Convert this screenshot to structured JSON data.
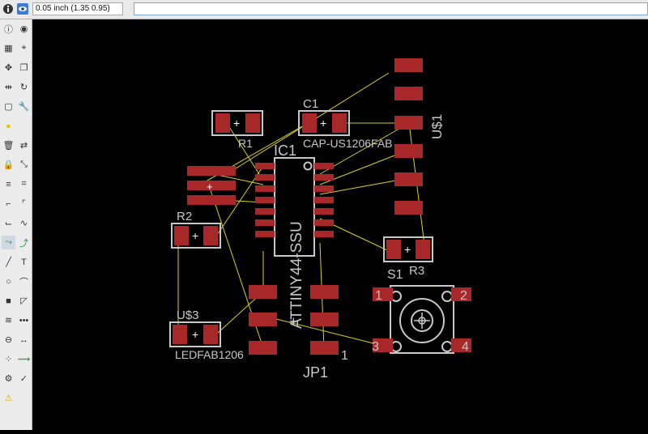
{
  "coordinate_readout": "0.05 inch (1.35 0.95)",
  "command_input_value": "",
  "colors": {
    "pad": "#a8282a",
    "outline": "#c8c8c8",
    "airwire": "#d8d31a",
    "label": "#c8c8c8",
    "background": "#000000"
  },
  "toolbar_icons": [
    "info-icon",
    "show-icon",
    "layers-icon",
    "mark-icon",
    "move-icon",
    "copy-icon",
    "mirror-icon",
    "rotate-icon",
    "group-icon",
    "change-icon",
    "paste-icon",
    "delete-icon",
    "add-icon",
    "replace-icon",
    "lock-icon",
    "smash-icon",
    "value-icon",
    "name-icon",
    "split-icon",
    "miter-icon",
    "optimize-icon",
    "meander-icon",
    "route-icon",
    "ripup-icon",
    "wire-icon",
    "text-icon",
    "circle-icon",
    "arc-icon",
    "rect-icon",
    "polygon-icon",
    "via-icon",
    "hole-icon",
    "signal-icon",
    "dimension-icon",
    "attribute-icon",
    "ratsnest-icon",
    "auto-icon",
    "erc-icon",
    "drc-icon",
    "errors-icon"
  ],
  "components": {
    "c1": {
      "name": "C1",
      "value": "CAP-US1206FAB"
    },
    "r1": {
      "name": "R1"
    },
    "r2": {
      "name": "R2"
    },
    "r3": {
      "name": "R3"
    },
    "ic1": {
      "name": "IC1",
      "value": "ATTINY44-SSU"
    },
    "us1": {
      "name": "U$1"
    },
    "us3": {
      "name": "U$3",
      "value": "LEDFAB1206"
    },
    "jp1": {
      "name": "JP1",
      "pin1": "1"
    },
    "s1": {
      "name": "S1",
      "pin1": "1",
      "pin2": "2",
      "pin3": "3",
      "pin4": "4"
    }
  }
}
